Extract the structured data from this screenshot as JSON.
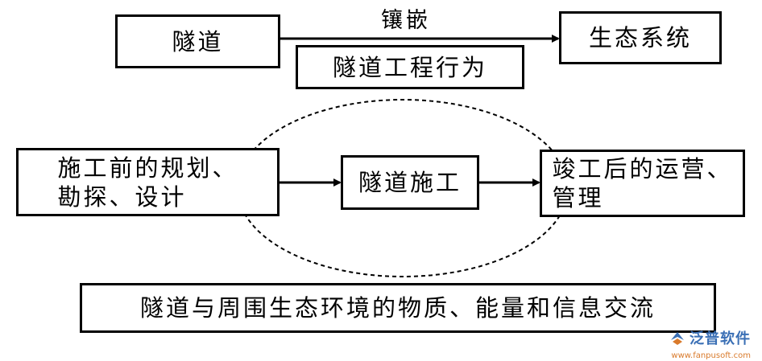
{
  "diagram": {
    "top_left_box": "隧道",
    "top_right_box": "生态系统",
    "arrow_label": "镶嵌",
    "middle_box": "隧道工程行为",
    "stage1_line1": "施工前的规划、",
    "stage1_line2": "勘探、设计",
    "stage2": "隧道施工",
    "stage3_line1": "竣工后的运营、",
    "stage3_line2": "管理",
    "bottom_box": "隧道与周围生态环境的物质、能量和信息交流"
  },
  "watermark": {
    "brand": "泛普软件",
    "url": "www.fanpusoft.com"
  }
}
